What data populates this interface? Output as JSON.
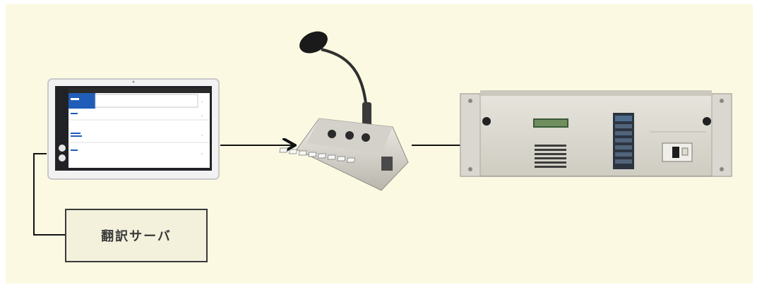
{
  "diagram": {
    "nodes": {
      "tablet": {
        "name": "tablet-terminal"
      },
      "microphone": {
        "name": "paging-microphone"
      },
      "amplifier": {
        "name": "rack-amplifier"
      },
      "server": {
        "label": "翻訳サーバ"
      }
    },
    "colors": {
      "background": "#fbf9e2",
      "line": "#111111",
      "server_fill": "#f3f1dc",
      "tablet_accent": "#1f5db8",
      "device_body": "#dcdad2"
    }
  }
}
